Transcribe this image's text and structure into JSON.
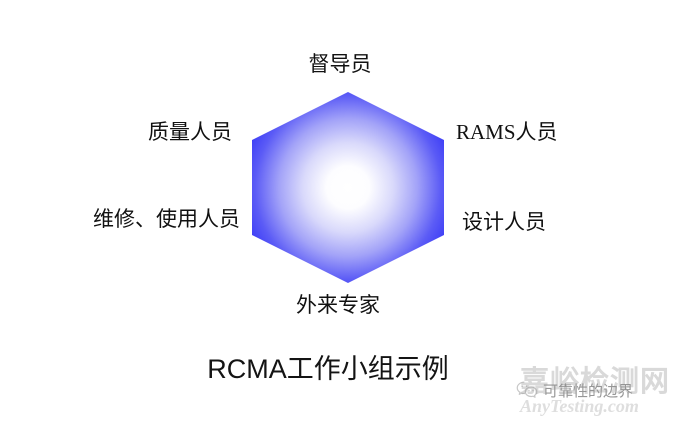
{
  "diagram": {
    "type": "hexagon-team-diagram",
    "caption": "RCMA工作小组示例",
    "shape": {
      "name": "hexagon",
      "edge_color": "#2a2af5",
      "center_color": "#ffffff",
      "gradient": "radial"
    },
    "nodes": [
      {
        "id": "top",
        "label": "督导员"
      },
      {
        "id": "upper-left",
        "label": "质量人员"
      },
      {
        "id": "upper-right",
        "label": "RAMS人员"
      },
      {
        "id": "lower-left",
        "label": "维修、使用人员"
      },
      {
        "id": "lower-right",
        "label": "设计人员"
      },
      {
        "id": "bottom",
        "label": "外来专家"
      }
    ]
  },
  "watermark": {
    "brand_cn": "嘉峪检测网",
    "brand_en": "AnyTesting.com",
    "badge_text": "可靠性的边界",
    "icon": "wechat-icon",
    "color": "#d9d9d9"
  }
}
